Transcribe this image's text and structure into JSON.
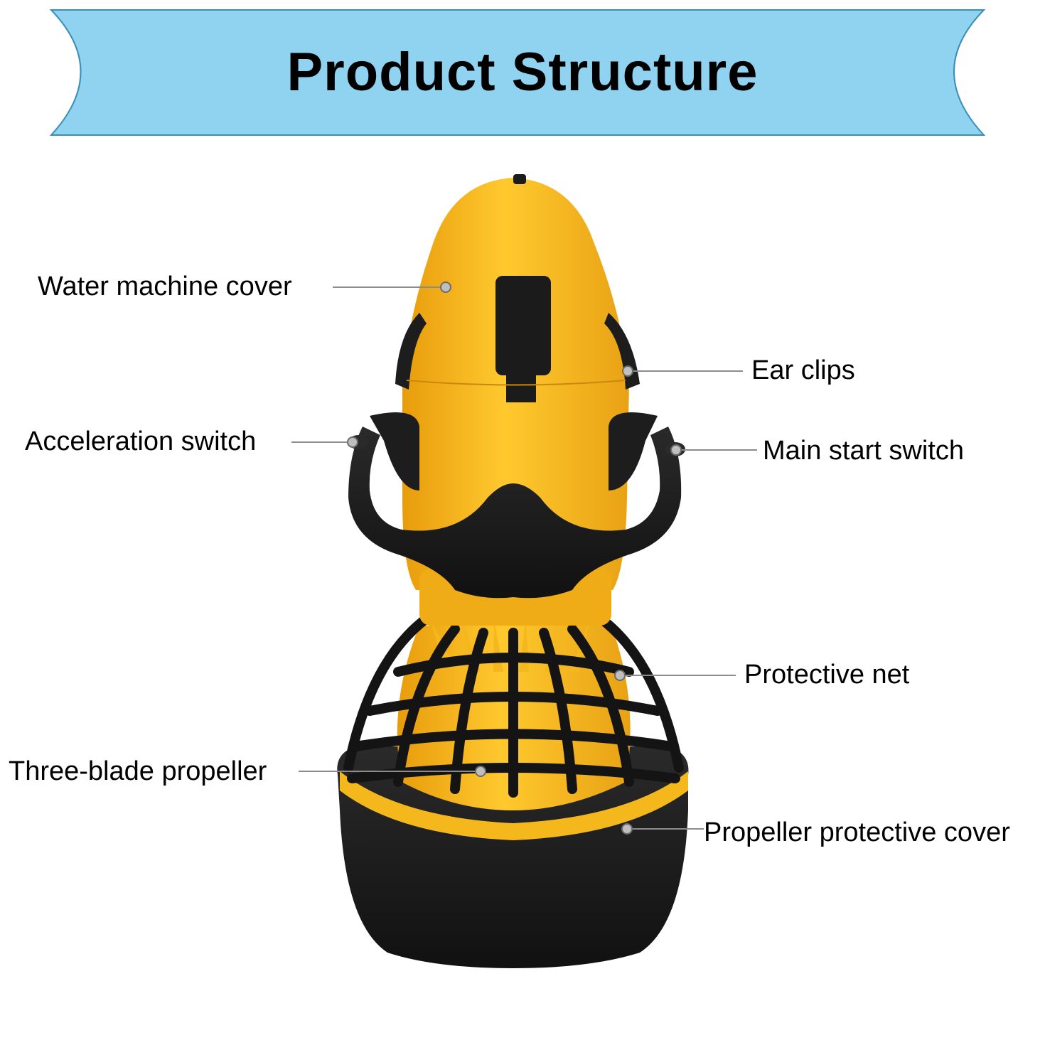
{
  "title": "Product Structure",
  "colors": {
    "banner": "#8fd3f0",
    "body_yellow": "#f5b81c",
    "body_dark": "#1d1d1d",
    "leader_line": "#8c8c8c"
  },
  "callouts": [
    {
      "id": "water-machine-cover",
      "label": "Water machine cover"
    },
    {
      "id": "ear-clips",
      "label": "Ear clips"
    },
    {
      "id": "acceleration-switch",
      "label": "Acceleration switch"
    },
    {
      "id": "main-start-switch",
      "label": "Main start switch"
    },
    {
      "id": "protective-net",
      "label": "Protective net"
    },
    {
      "id": "three-blade-propeller",
      "label": "Three-blade propeller"
    },
    {
      "id": "propeller-protective-cover",
      "label": "Propeller protective cover"
    }
  ]
}
